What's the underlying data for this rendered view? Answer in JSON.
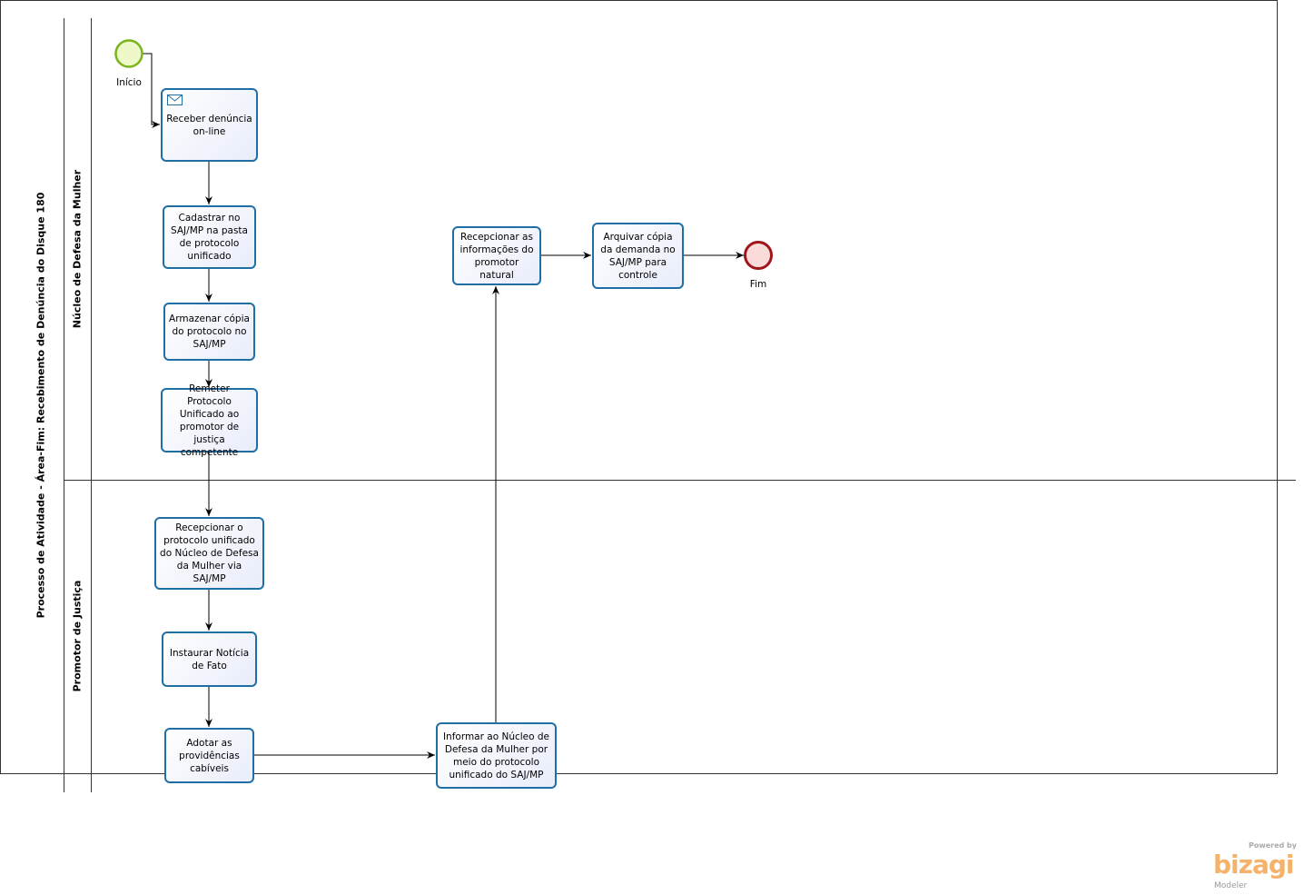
{
  "pool": {
    "title": "Processo de Atividade - Área-Fim: Recebimento de Denúncia do Disque 180"
  },
  "lanes": [
    {
      "title": "Núcleo de Defesa da Mulher"
    },
    {
      "title": "Promotor de Justiça"
    }
  ],
  "events": {
    "start": "Início",
    "end": "Fim"
  },
  "tasks": [
    "Receber denúncia on-line",
    "Cadastrar no SAJ/MP na pasta de protocolo unificado",
    "Armazenar cópia do protocolo no SAJ/MP",
    "Remeter Protocolo Unificado ao promotor de justiça competente",
    "Recepcionar o protocolo unificado do Núcleo de Defesa da Mulher via SAJ/MP",
    "Instaurar Notícia de Fato",
    "Adotar as providências cabíveis",
    "Informar ao Núcleo de Defesa da Mulher por meio do protocolo unificado do SAJ/MP",
    "Recepcionar as informações do promotor natural",
    "Arquivar cópia da demanda no SAJ/MP para controle"
  ],
  "logo": {
    "powered": "Powered by",
    "brand": "bizagi",
    "product": "Modeler"
  },
  "colors": {
    "task_border": "#1f6fa5",
    "start": "#7ab51d",
    "end": "#a0161b",
    "logo": "#f5b26b"
  }
}
